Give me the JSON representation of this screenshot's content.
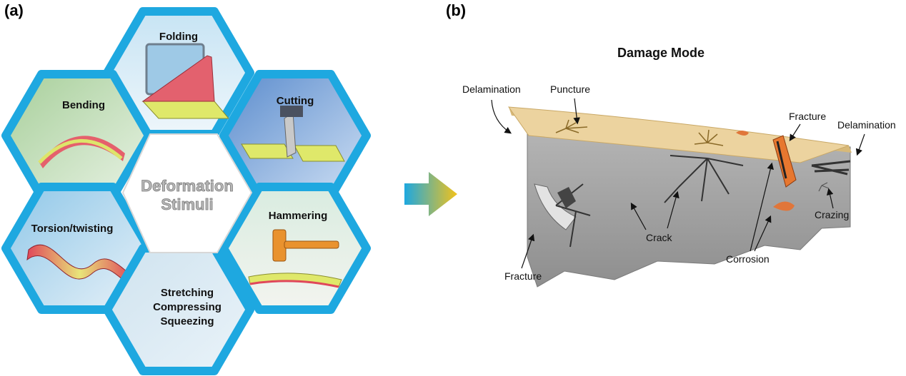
{
  "panel_a": {
    "label": "(a)",
    "hexagons": {
      "folding": "Folding",
      "bending": "Bending",
      "cutting": "Cutting",
      "torsion": "Torsion/twisting",
      "hammering": "Hammering",
      "stretching": [
        "Stretching",
        "Compressing",
        "Squeezing"
      ]
    },
    "center": [
      "Deformation",
      "Stimuli"
    ]
  },
  "panel_b": {
    "label": "(b)",
    "title": "Damage Mode",
    "labels": {
      "delamination_left": "Delamination",
      "puncture": "Puncture",
      "fracture_top": "Fracture",
      "delamination_right": "Delamination",
      "crazing": "Crazing",
      "crack": "Crack",
      "corrosion": "Corrosion",
      "fracture_bottom": "Fracture"
    }
  },
  "colors": {
    "hex_border": "#1ea8e0",
    "layer_top": "#e9cf9b",
    "block": "#9b9b9b",
    "crack_orange": "#e0763a",
    "arrow_start": "#1ea8e0",
    "arrow_end": "#f2c21a"
  }
}
